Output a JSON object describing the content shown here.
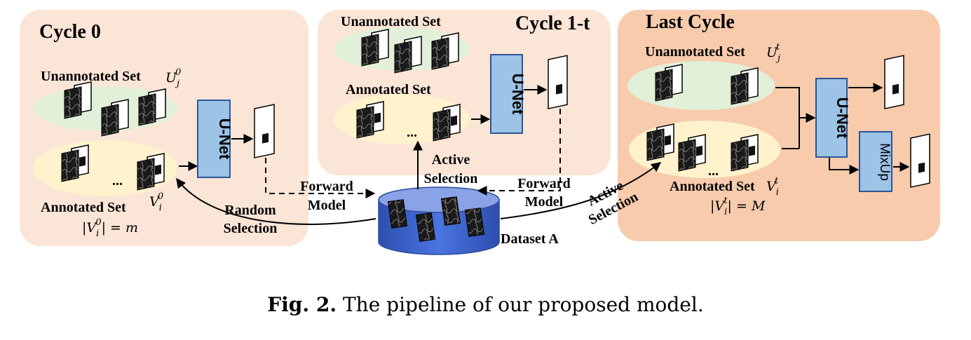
{
  "panels": {
    "cycle0": {
      "title": "Cycle 0",
      "unannotated_label": "Unannotated Set",
      "unannotated_math": "U",
      "unannotated_sub": "j",
      "unannotated_sup": "0",
      "annotated_label": "Annotated Set",
      "annotated_math": "V",
      "annotated_sub": "i",
      "annotated_sup": "0",
      "size_eq": "= m",
      "unet": "U-Net",
      "dots": "..."
    },
    "cycle1": {
      "title": "Cycle 1-t",
      "unannotated_label": "Unannotated Set",
      "annotated_label": "Annotated Set",
      "unet": "U-Net",
      "dots": "..."
    },
    "last": {
      "title": "Last Cycle",
      "unannotated_label": "Unannotated Set",
      "unannotated_math": "U",
      "unannotated_sub": "j",
      "unannotated_sup": "t",
      "annotated_label": "Annotated Set",
      "annotated_math": "V",
      "annotated_sub": "i",
      "annotated_sup": "t",
      "size_eq": "= M",
      "unet": "U-Net",
      "mixup": "MixUp",
      "dots": "..."
    }
  },
  "arrows": {
    "forward_model_1": [
      "Forward",
      "Model"
    ],
    "forward_model_2": [
      "Forward",
      "Model"
    ],
    "random_selection": [
      "Random",
      "Selection"
    ],
    "active_selection_1": [
      "Active",
      "Selection"
    ],
    "active_selection_2": [
      "Active",
      "Selection"
    ]
  },
  "dataset": {
    "label": "Dataset A"
  },
  "caption": {
    "label": "Fig. 2.",
    "text": "The pipeline of our proposed model."
  },
  "colors": {
    "panel_left": "#fbe5d6",
    "panel_middle": "#fbe5d6",
    "panel_right": "#f8cbad",
    "unannotated": "#e2f0d9",
    "annotated": "#fff2cc",
    "unet": "#9dc3e6",
    "cylinder_body": "#3a62c8",
    "cylinder_top": "#8aa2e6"
  }
}
